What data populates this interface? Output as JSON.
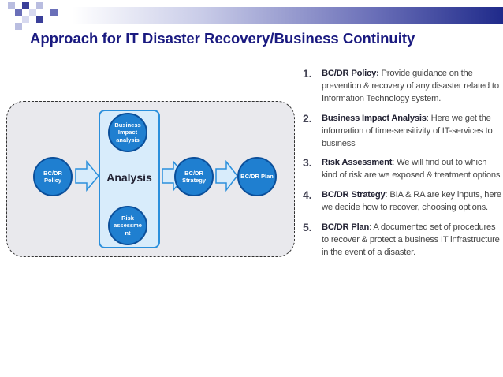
{
  "slide": {
    "title": "Approach for IT Disaster Recovery/Business Continuity",
    "accent_color": "#1a1a80",
    "bar_color": "#1f2a8a"
  },
  "diagram": {
    "policy_circle": "BC/DR Policy",
    "bia_circle": "Business Impact analysis",
    "risk_circle": "Risk assessme nt",
    "analysis_label": "Analysis",
    "strategy_circle": "BC/DR Strategy",
    "plan_circle": "BC/DR Plan"
  },
  "steps": [
    {
      "number": "1.",
      "term": "BC/DR Policy:",
      "text": " Provide guidance on the prevention & recovery of any disaster related to Information Technology system."
    },
    {
      "number": "2.",
      "term": "Business Impact Analysis",
      "text": ": Here we get the information of time-sensitivity of IT-services to business"
    },
    {
      "number": "3.",
      "term": "Risk Assessment",
      "text": ": We will find out to which kind of risk are we exposed & treatment options"
    },
    {
      "number": "4.",
      "term": "BC/DR Strategy",
      "text": ": BIA & RA are key inputs, here we decide how to recover, choosing options."
    },
    {
      "number": "5.",
      "term": "BC/DR Plan",
      "text": ": A documented set of procedures to recover & protect a business IT infrastructure in the event of a disaster."
    }
  ]
}
